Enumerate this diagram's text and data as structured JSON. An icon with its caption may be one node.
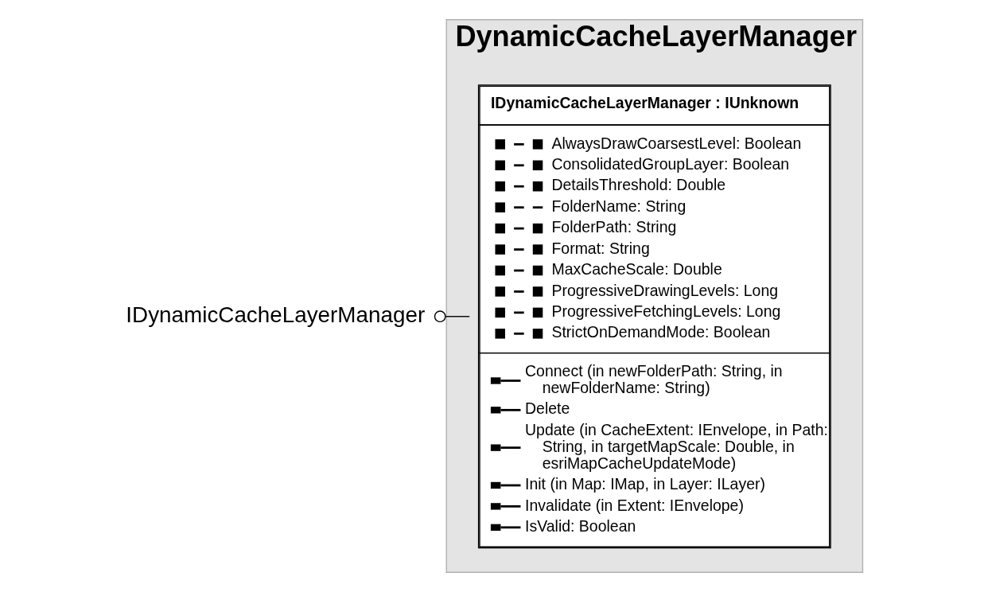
{
  "diagram": {
    "nodes": [
      {
        "text": [
          "IDynamicCacheLayerManager"
        ]
      },
      {
        "text": [
          "DynamicCacheLayerManager"
        ]
      },
      {
        "text": [
          "IDynamicCacheLayerManager : IUnknown",
          "AlwaysDrawCoarsestLevel: Boolean",
          "ConsolidatedGroupLayer: Boolean",
          "DetailsThreshold: Double",
          "FolderName: String",
          "FolderPath: String",
          "Format: String",
          "MaxCacheScale: Double",
          "ProgressiveDrawingLevels: Long",
          "ProgressiveFetchingLevels: Long",
          "StrictOnDemandMode: Boolean",
          "Connect (in newFolderPath: String, in newFolderName: String)",
          "Delete",
          "Update (in CacheExtent: IEnvelope, in Path: String, in targetMapScale: Double, in esriMapCacheUpdateMode)",
          "Init (in Map: IMap, in Layer: ILayer)",
          "Invalidate (in Extent: IEnvelope)",
          "IsValid: Boolean"
        ],
        "in": 1
      }
    ],
    "edges": [
      {
        "from": 0,
        "to": 2,
        "arrow": "other"
      }
    ]
  }
}
